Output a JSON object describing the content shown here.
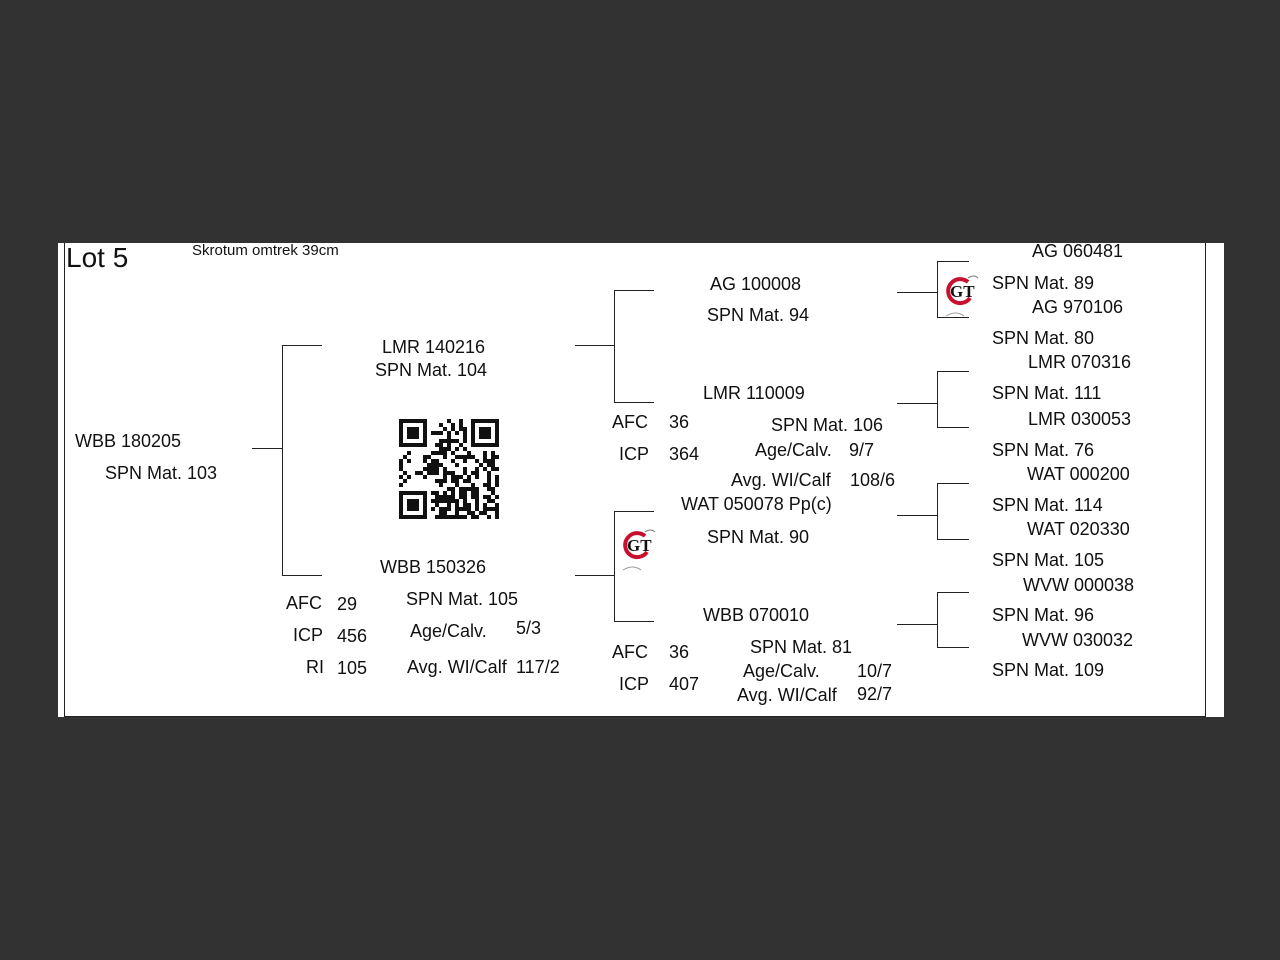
{
  "lot": "Lot 5",
  "note": "Skrotum omtrek 39cm",
  "subject": {
    "id": "WBB 180205",
    "spn": "SPN Mat. 103"
  },
  "sire": {
    "id": "LMR 140216",
    "spn": "SPN Mat. 104"
  },
  "dam": {
    "id": "WBB 150326",
    "spn": "SPN Mat. 105",
    "afc_label": "AFC",
    "afc": "29",
    "icp_label": "ICP",
    "icp": "456",
    "ri_label": "RI",
    "ri": "105",
    "age_label": "Age/Calv.",
    "age": "5/3",
    "wi_label": "Avg. WI/Calf",
    "wi": "117/2"
  },
  "sire_sire": {
    "id": "AG  100008",
    "spn": "SPN Mat. 94"
  },
  "sire_dam": {
    "id": "LMR 110009",
    "spn": "SPN Mat. 106",
    "afc_label": "AFC",
    "afc": "36",
    "icp_label": "ICP",
    "icp": "364",
    "age_label": "Age/Calv.",
    "age": "9/7",
    "wi_label": "Avg. WI/Calf",
    "wi": "108/6"
  },
  "dam_sire": {
    "id": "WAT 050078  Pp(c)",
    "spn": "SPN Mat. 90"
  },
  "dam_dam": {
    "id": "WBB 070010",
    "spn": "SPN Mat. 81",
    "afc_label": "AFC",
    "afc": "36",
    "icp_label": "ICP",
    "icp": "407",
    "age_label": "Age/Calv.",
    "age": "10/7",
    "wi_label": "Avg. WI/Calf",
    "wi": "92/7"
  },
  "ggp": [
    {
      "id": "AG  060481",
      "spn": "SPN Mat. 89"
    },
    {
      "id": "AG  970106",
      "spn": "SPN Mat. 80"
    },
    {
      "id": "LMR 070316",
      "spn": "SPN Mat. 111"
    },
    {
      "id": "LMR 030053",
      "spn": "SPN Mat. 76"
    },
    {
      "id": "WAT 000200",
      "spn": "SPN Mat. 114"
    },
    {
      "id": "WAT 020330",
      "spn": "SPN Mat. 105"
    },
    {
      "id": "WVW 000038",
      "spn": "SPN Mat. 96"
    },
    {
      "id": "WVW 030032",
      "spn": "SPN Mat. 109"
    }
  ],
  "logo_text": "GT",
  "colors": {
    "background": "#323232",
    "paper": "#ffffff",
    "logo_red": "#c8102e"
  }
}
